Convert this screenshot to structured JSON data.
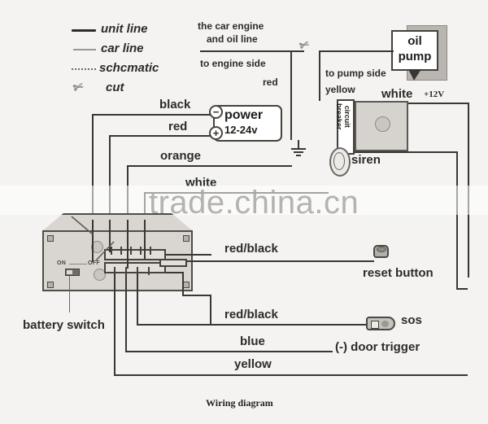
{
  "caption": "Wiring diagram",
  "watermark": "trade.china.cn",
  "legend": {
    "items": [
      {
        "label": "unit line",
        "style": "solid-thick"
      },
      {
        "label": "car line",
        "style": "solid-thin"
      },
      {
        "label": "schcmatic",
        "style": "dotted"
      },
      {
        "label": "cut",
        "style": "scissors-icon"
      }
    ]
  },
  "top_section": {
    "engine_oil_line": "the car engine\nand oil line",
    "engine_oil_line_1": "the car engine",
    "engine_oil_line_2": "and oil line",
    "to_engine_side": "to engine side",
    "engine_wire_color": "red",
    "to_pump_side": "to pump side",
    "pump_wire_color": "yellow",
    "oil_pump_1": "oil",
    "oil_pump_2": "pump",
    "white_label": "white",
    "voltage_label": "+12V"
  },
  "power": {
    "black_label": "black",
    "red_label": "red",
    "negative_terminal": "−",
    "positive_terminal": "+",
    "title": "power",
    "voltage": "12-24v"
  },
  "circuit_breaker": {
    "line1": "circuit",
    "line2": "breaker"
  },
  "siren": {
    "label": "siren"
  },
  "unit_wires": {
    "orange": "orange",
    "white": "white"
  },
  "main_unit": {
    "battery_switch_label": "battery switch",
    "on_label": "ON",
    "off_label": "OFF"
  },
  "outputs": [
    {
      "wire": "red/black",
      "device": "reset button"
    },
    {
      "wire": "red/black",
      "device": "sos"
    },
    {
      "wire": "blue",
      "device": "(-) door trigger"
    },
    {
      "wire": "yellow",
      "device": ""
    }
  ],
  "colors": {
    "background": "#f4f3f1",
    "wire": "#3a3632",
    "car_line": "#9a9691",
    "unit_fill": "#d9d6d1",
    "text": "#2b2b2b",
    "watermark": "#a9a7a4"
  }
}
